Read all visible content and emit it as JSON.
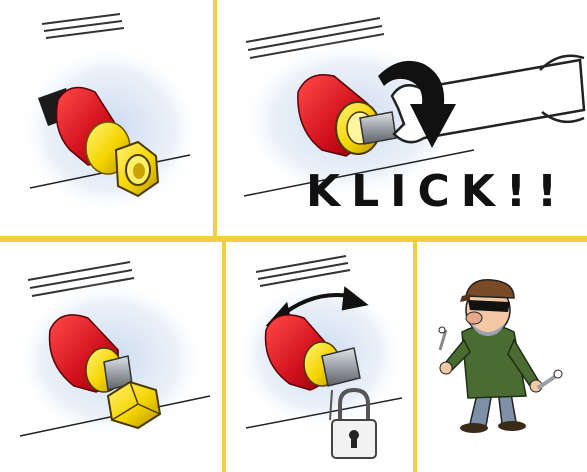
{
  "panels": [
    {
      "id": "panel-1",
      "caption": ""
    },
    {
      "id": "panel-2",
      "caption": "KLICK!!"
    },
    {
      "id": "panel-3",
      "caption": ""
    },
    {
      "id": "panel-4",
      "caption": ""
    },
    {
      "id": "panel-5",
      "caption": ""
    }
  ],
  "colors": {
    "divider": "#f0d040",
    "cap_red": "#d0101c",
    "brass": "#f5d400",
    "steel": "#9aa0a6",
    "shadow_blue": "#c9d8ee",
    "ink": "#111111"
  },
  "icons": [
    "wrench-icon",
    "rotate-arrow-icon",
    "padlock-icon",
    "hex-nut-icon",
    "thief-figure"
  ]
}
